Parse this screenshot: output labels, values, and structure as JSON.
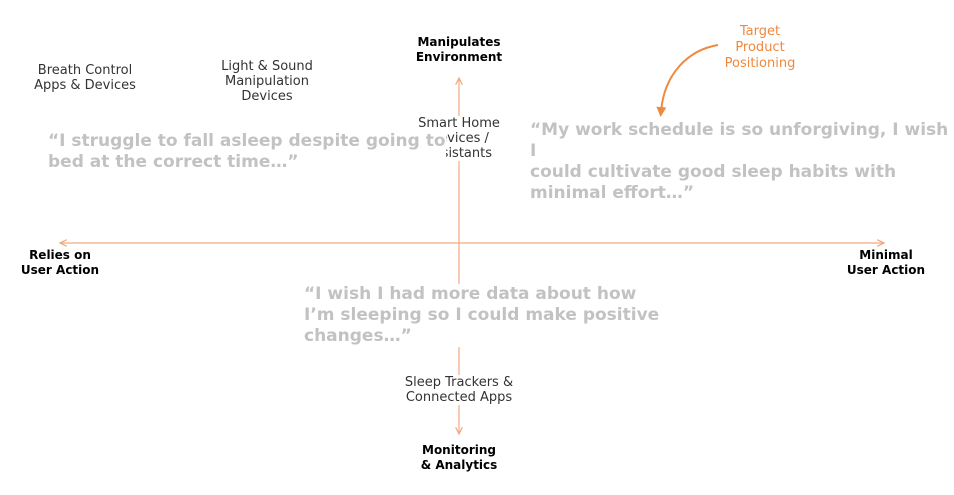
{
  "axes": {
    "top": "Manipulates\nEnvironment",
    "bottom": "Monitoring\n& Analytics",
    "left": "Relies on\nUser Action",
    "right": "Minimal\nUser Action"
  },
  "categories": {
    "breath_control": "Breath Control\nApps & Devices",
    "light_sound": "Light & Sound\nManipulation\nDevices",
    "smart_home": "Smart Home\nDevices /\nAssistants",
    "sleep_trackers": "Sleep Trackers &\nConnected Apps"
  },
  "quotes": {
    "fall_asleep": "“I struggle to fall asleep despite going to\nbed at the correct time…”",
    "work_schedule": "“My work schedule is so unforgiving, I wish I\ncould cultivate good sleep habits with\nminimal effort…”",
    "more_data": "“I wish I had more data about how\nI’m sleeping so I could make positive\nchanges…”"
  },
  "target": {
    "label": "Target\nProduct\nPositioning"
  },
  "colors": {
    "axis": "#f2a97e",
    "target": "#f0883e",
    "quote": "#c2c2c2"
  }
}
